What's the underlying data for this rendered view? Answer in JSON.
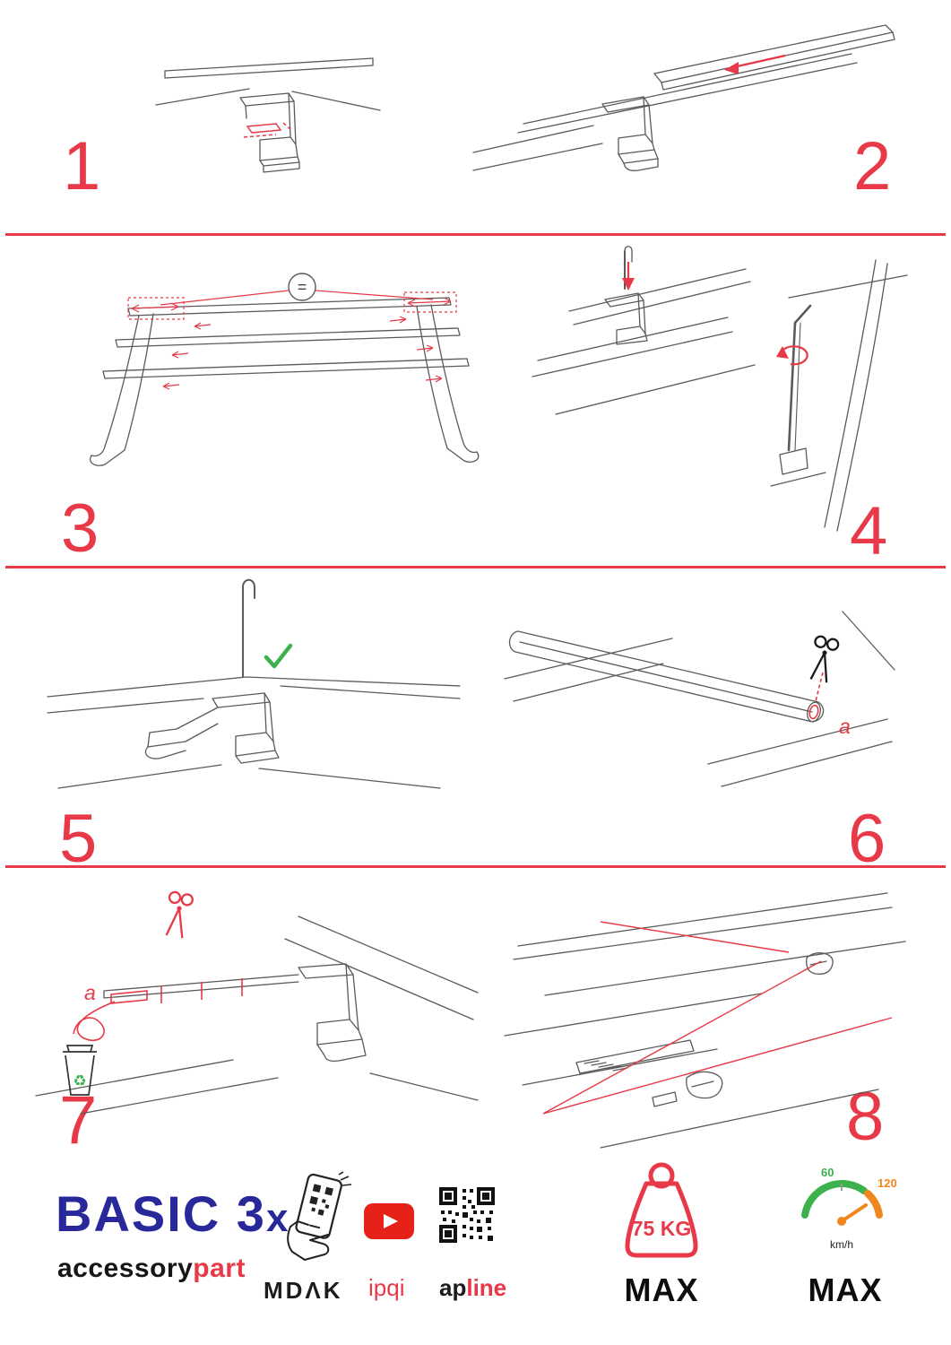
{
  "step_numbers": [
    "1",
    "2",
    "3",
    "4",
    "5",
    "6",
    "7",
    "8"
  ],
  "annotations": {
    "equal_sign": "=",
    "step6_label": "a",
    "step7_label": "a"
  },
  "icons": {
    "equals_badge": "equal-spacing-badge",
    "checkmark": "green-checkmark",
    "scissors_black": "scissors-cut",
    "scissors_red": "scissors-cut-red",
    "recycle": "♻",
    "trash": "trash-bin-outline",
    "phone_qr": "phone-scanning-qr",
    "youtube": "youtube-play-button",
    "qr_code": "qr-code",
    "weight": "weight-kettlebell",
    "speedometer": "speed-gauge"
  },
  "footer": {
    "brand": {
      "title": "BASIC 3",
      "suffix": "x",
      "sub_left": "accessory",
      "sub_right": "part"
    },
    "partners": {
      "mdak": "MDΛK",
      "ipqi": "ipqi",
      "apline_left": "ap",
      "apline_right": "line"
    },
    "weight": {
      "value": "75 KG",
      "max": "MAX"
    },
    "speed": {
      "t60": "60",
      "t120": "120",
      "unit": "km/h",
      "max": "MAX"
    }
  },
  "colors": {
    "accent_red": "#e73948",
    "brand_blue": "#28289b",
    "green": "#3cb14c",
    "orange": "#f0861c",
    "youtube_red": "#e62117"
  }
}
